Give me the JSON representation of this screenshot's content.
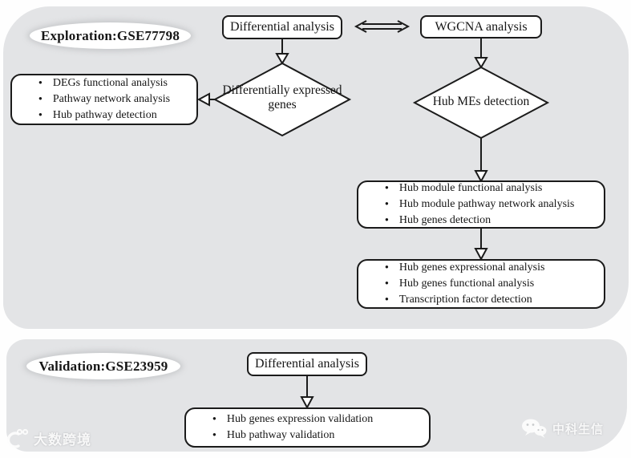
{
  "exploration": {
    "section_label": "Exploration:GSE77798",
    "differential_analysis": "Differential analysis",
    "wgcna_analysis": "WGCNA analysis",
    "deg_diamond": "Differentially expressed genes",
    "hub_me_diamond": "Hub MEs detection",
    "deg_results": [
      "DEGs functional analysis",
      "Pathway network analysis",
      "Hub pathway detection"
    ],
    "hub_module_results": [
      "Hub module functional analysis",
      "Hub module pathway network analysis",
      "Hub genes detection"
    ],
    "hub_gene_results": [
      "Hub genes expressional analysis",
      "Hub genes functional analysis",
      "Transcription factor detection"
    ]
  },
  "validation": {
    "section_label": "Validation:GSE23959",
    "differential_analysis": "Differential analysis",
    "validation_results": [
      "Hub genes expression validation",
      "Hub pathway validation"
    ]
  },
  "watermarks": {
    "bottom_left": "大数跨境",
    "bottom_right": "中科生信"
  },
  "colors": {
    "panel_bg": "#e3e4e6",
    "line": "#1b1b1b",
    "node_fill": "#ffffff"
  }
}
